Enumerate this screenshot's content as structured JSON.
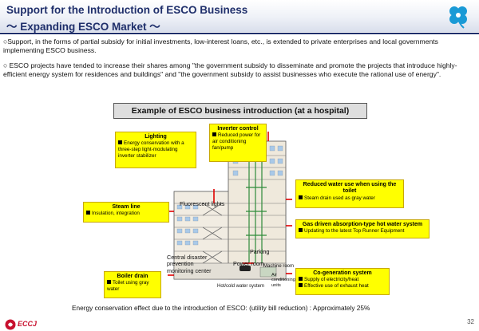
{
  "header": {
    "title_line1": "Support for the Introduction of ESCO Business",
    "title_line2": "～ Expanding ESCO Market ～"
  },
  "bullets": [
    "○Support, in the forms of partial subsidy for initial investments, low-interest loans, etc., is extended to private enterprises and local governments implementing ESCO business.",
    "○ ESCO projects have tended to increase their shares among \"the government subsidy to disseminate and promote the projects that introduce highly-efficient energy system for residences and buildings\" and \"the government subsidy to assist businesses who execute the rational use of energy\"."
  ],
  "example_title": "Example of ESCO business introduction (at a hospital)",
  "callouts": {
    "lighting": {
      "title": "Lighting",
      "text": "Energy conservation with a three-step light-modulating inverter stabilizer"
    },
    "inverter": {
      "title": "Inverter control",
      "text": "Reduced power for air conditioning fan/pump"
    },
    "steam": {
      "title": "Steam line",
      "text": "Insulation, integration"
    },
    "boiler": {
      "title": "Boiler drain",
      "text": "Toilet using gray water"
    },
    "water": {
      "title": "Reduced water use when using the toilet",
      "text": "Steam drain used as gray water"
    },
    "gas": {
      "title": "Gas driven absorption-type hot water system",
      "text": "Updating to the latest Top Runner Equipment"
    },
    "cogen": {
      "title": "Co-generation system",
      "text1": "Supply of electricity/heat",
      "text2": "Effective use of exhaust heat"
    }
  },
  "diagram_labels": {
    "fluorescent": "Fluorescent lights",
    "central": "Central disaster prevention monitoring center",
    "parking": "Parking",
    "power_room": "Power room",
    "machine_room": "Machine room",
    "cold_water": "Hot/cold water system",
    "ac": "Air conditioning units"
  },
  "footer": {
    "effect": "Energy conservation effect due to the introduction of ESCO: (utility bill reduction) : Approximately 25%",
    "org": "ECCJ",
    "page": "32"
  },
  "colors": {
    "title": "#1f2f6b",
    "callout": "#ffff00",
    "arrow": "#e00000",
    "brand": "#c8102e"
  }
}
